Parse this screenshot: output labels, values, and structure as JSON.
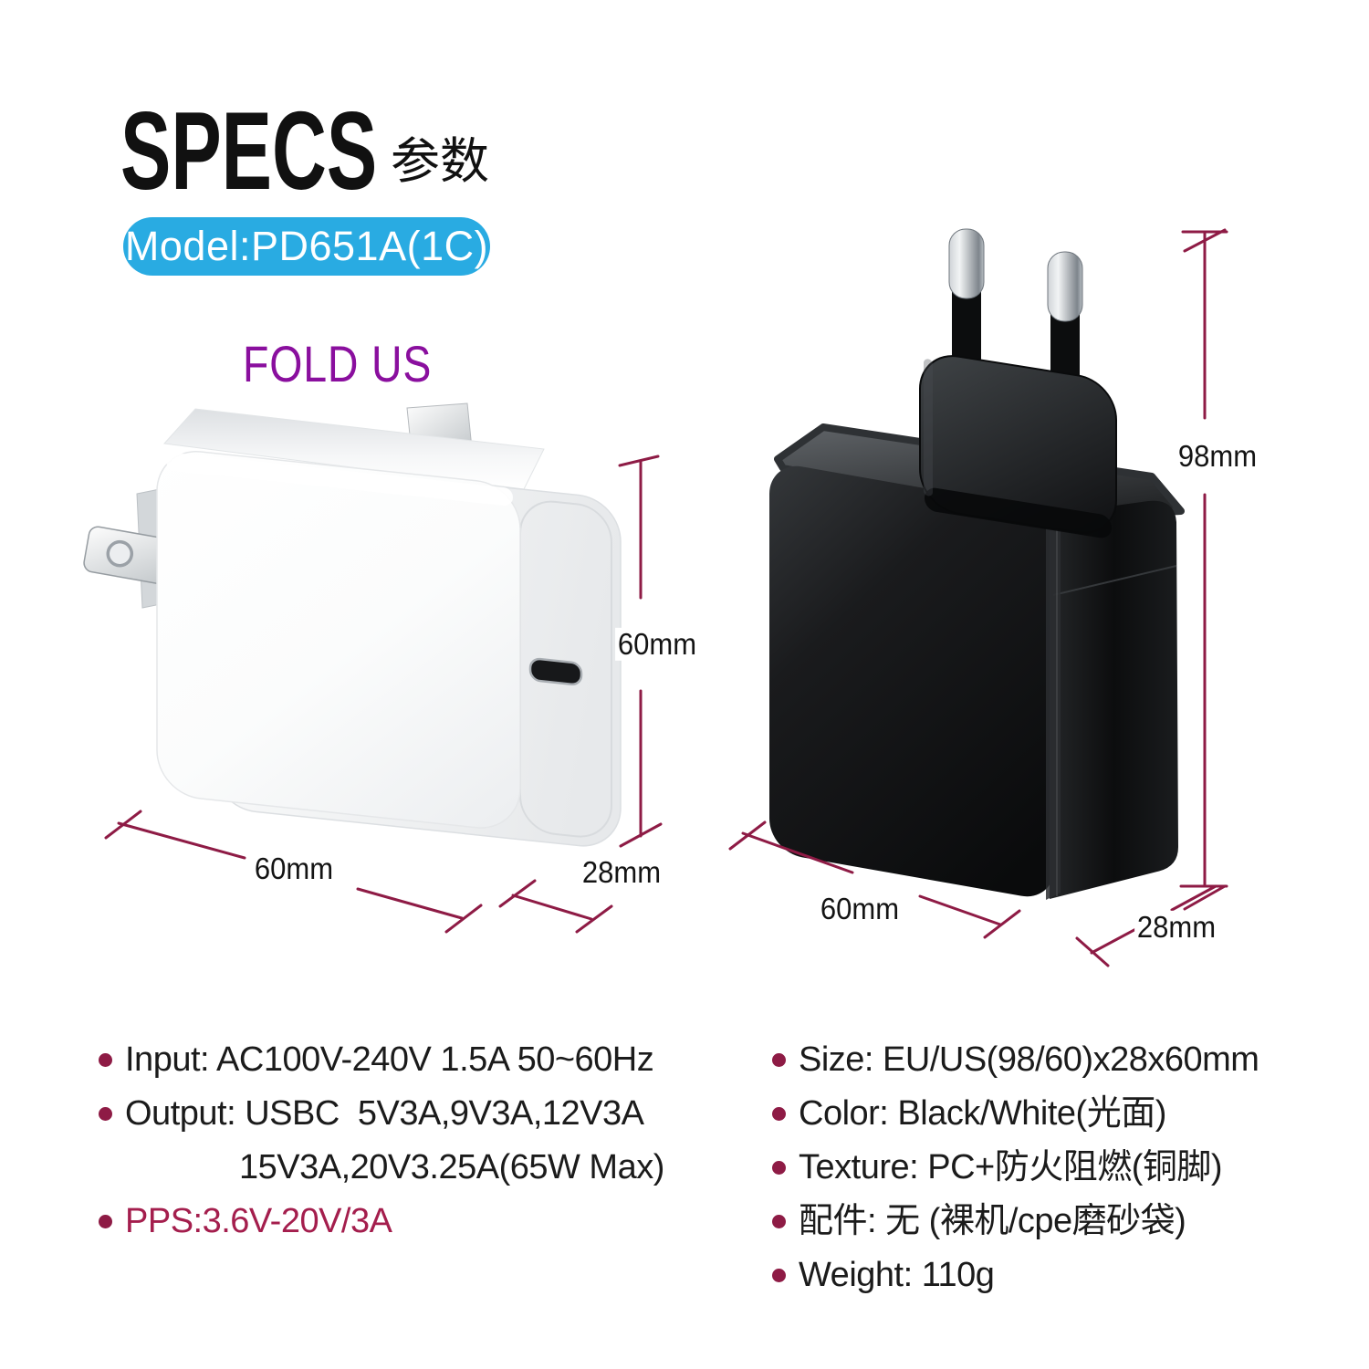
{
  "header": {
    "title_en": "SPECS",
    "title_cn": "参数",
    "model_badge": "Model:PD651A(1C)"
  },
  "hero": {
    "fold_label": "FOLD US",
    "dimensions": {
      "white": {
        "height": "60mm",
        "width": "60mm",
        "depth": "28mm"
      },
      "black": {
        "height": "98mm",
        "width": "60mm",
        "depth": "28mm"
      }
    }
  },
  "specs": {
    "left": [
      {
        "text": "Input: AC100V-240V 1.5A 50~60Hz"
      },
      {
        "text": "Output: USBC  5V3A,9V3A,12V3A",
        "continuation": "15V3A,20V3.25A(65W Max)"
      },
      {
        "text": "PPS:3.6V-20V/3A",
        "highlight": true
      }
    ],
    "right": [
      {
        "text": "Size: EU/US(98/60)x28x60mm"
      },
      {
        "text": "Color: Black/White(光面)"
      },
      {
        "text": "Texture: PC+防火阻燃(铜脚)"
      },
      {
        "text": "配件: 无 (裸机/cpe磨砂袋)"
      },
      {
        "text": "Weight: 110g"
      }
    ]
  },
  "colors": {
    "badge_blue": "#29abe2",
    "fold_purple": "#8a0f9e",
    "accent_maroon": "#8e1b45"
  }
}
